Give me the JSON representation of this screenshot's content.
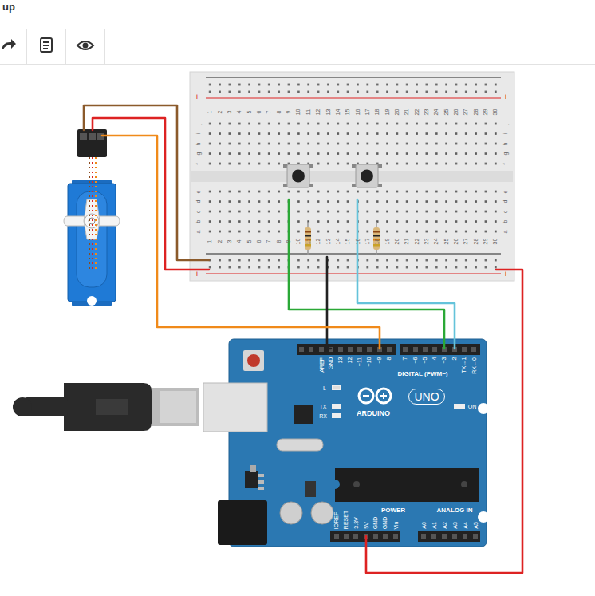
{
  "diagram": {
    "labels": [
      "up",
      "-",
      "+",
      "-",
      "+",
      "1",
      "2",
      "3",
      "4",
      "5",
      "6",
      "7",
      "8",
      "9",
      "10",
      "11",
      "12",
      "13",
      "14",
      "15",
      "16",
      "17",
      "18",
      "19",
      "20",
      "21",
      "22",
      "23",
      "24",
      "25",
      "26",
      "27",
      "28",
      "29",
      "30",
      "j",
      "i",
      "h",
      "g",
      "f",
      "j",
      "i",
      "h",
      "g",
      "f",
      "e",
      "d",
      "c",
      "b",
      "a",
      "e",
      "d",
      "c",
      "b",
      "a",
      "1",
      "2",
      "3",
      "4",
      "5",
      "6",
      "7",
      "8",
      "9",
      "10",
      "11",
      "12",
      "13",
      "14",
      "15",
      "16",
      "17",
      "18",
      "19",
      "20",
      "21",
      "22",
      "23",
      "24",
      "25",
      "26",
      "27",
      "28",
      "29",
      "30",
      "-",
      "+",
      "-",
      "+",
      "AREF",
      "GND",
      "13",
      "12",
      "~11",
      "~10",
      "~9",
      "8",
      "7",
      "~6",
      "~5",
      "4",
      "~3",
      "2",
      "TX→1",
      "RX←0",
      "DIGITAL (PWM~)",
      "L",
      "TX",
      "RX",
      "UNO",
      "ARDUINO",
      "ON",
      "IOREF",
      "RESET",
      "3.3V",
      "5V",
      "GND",
      "GND",
      "Vin",
      "POWER",
      "ANALOG IN",
      "A0",
      "A1",
      "A2",
      "A3",
      "A4",
      "A5"
    ]
  }
}
